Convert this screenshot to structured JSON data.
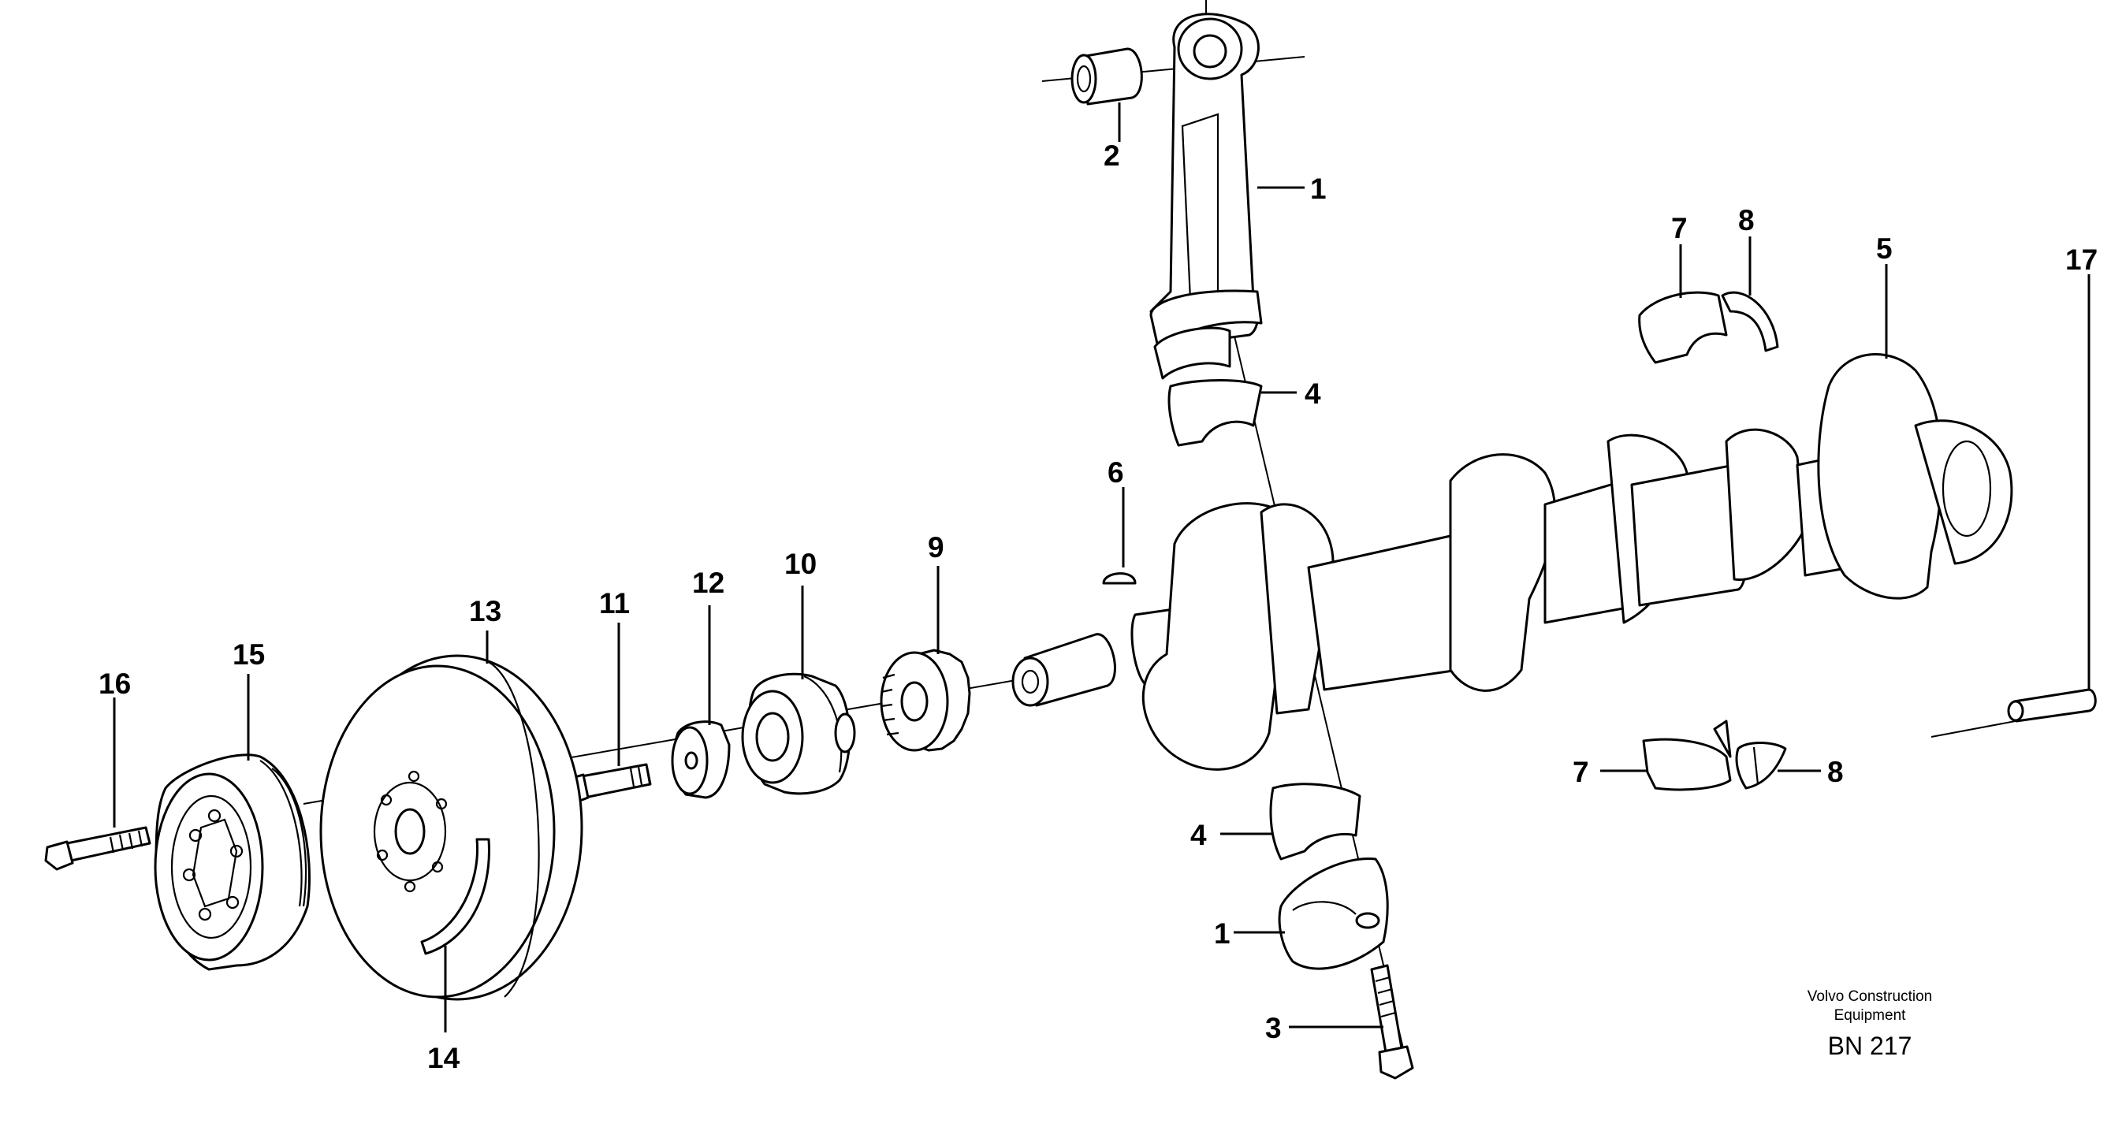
{
  "diagram": {
    "callouts": {
      "c1_top": "1",
      "c1_bottom": "1",
      "c2": "2",
      "c3": "3",
      "c4_top": "4",
      "c4_bottom": "4",
      "c5": "5",
      "c6": "6",
      "c7_top": "7",
      "c7_bottom": "7",
      "c8_top": "8",
      "c8_bottom": "8",
      "c9": "9",
      "c10": "10",
      "c11": "11",
      "c12": "12",
      "c13": "13",
      "c14": "14",
      "c15": "15",
      "c16": "16",
      "c17": "17"
    },
    "credit": {
      "line1": "Volvo Construction",
      "line2": "Equipment",
      "code": "BN 217"
    }
  }
}
